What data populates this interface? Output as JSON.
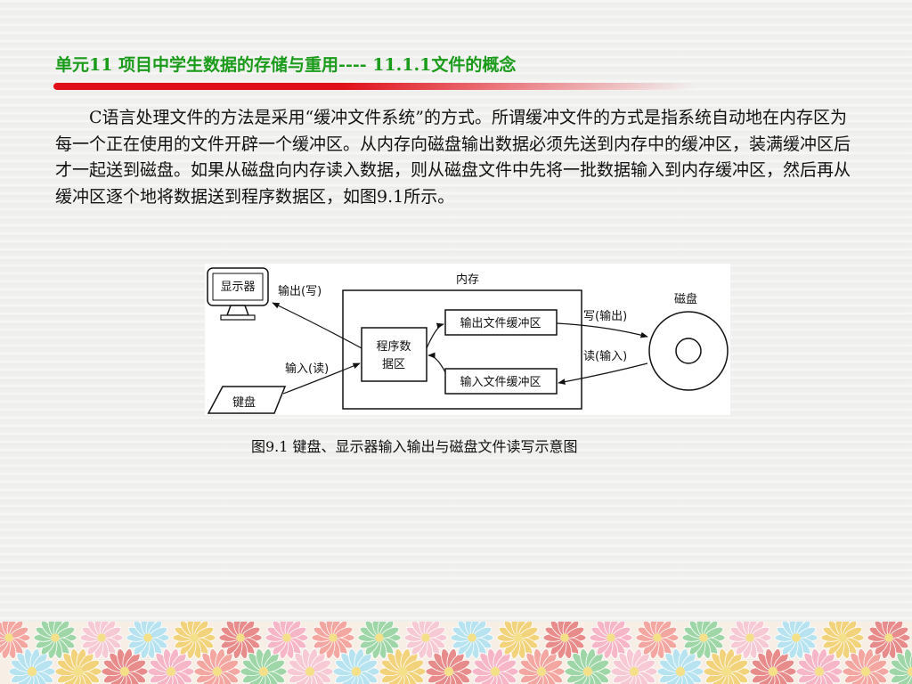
{
  "title": "单元11  项目中学生数据的存储与重用---- 11.1.1文件的概念",
  "paragraph": "C语言处理文件的方法是采用“缓冲文件系统”的方式。所谓缓冲文件的方式是指系统自动地在内存区为每一个正在使用的文件开辟一个缓冲区。从内存向磁盘输出数据必须先送到内存中的缓冲区，装满缓冲区后才一起送到磁盘。如果从磁盘向内存读入数据，则从磁盘文件中先将一批数据输入到内存缓冲区，然后再从缓冲区逐个地将数据送到程序数据区，如图9.1所示。",
  "diagram": {
    "monitor": "显示器",
    "output_write": "输出(写)",
    "memory": "内存",
    "program_area_line1": "程序数",
    "program_area_line2": "据区",
    "out_buffer": "输出文件缓冲区",
    "in_buffer": "输入文件缓冲区",
    "input_read": "输入(读)",
    "keyboard": "键盘",
    "write_output": "写(输出)",
    "read_input": "读(输入)",
    "disk": "磁盘"
  },
  "caption": "图9.1 键盘、显示器输入输出与磁盘文件读写示意图",
  "colors": {
    "title": "#1a9b1a",
    "title_bar": "#e0101a"
  }
}
